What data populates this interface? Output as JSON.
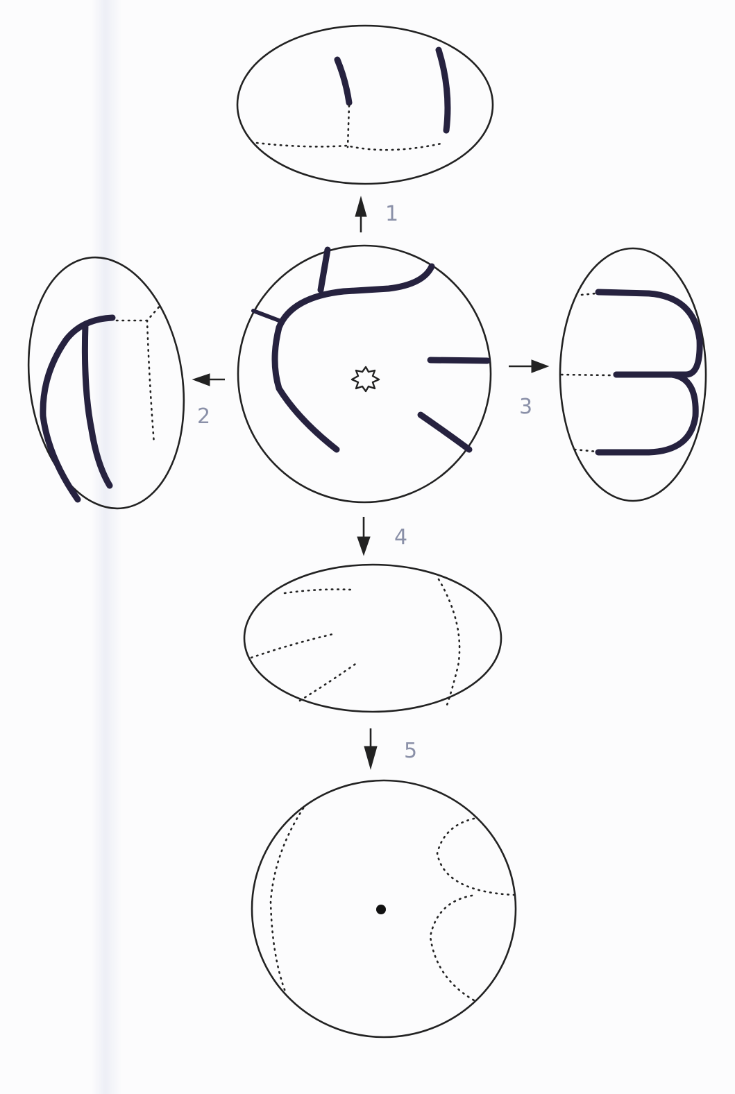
{
  "steps": [
    {
      "label": "1",
      "direction": "up"
    },
    {
      "label": "2",
      "direction": "left"
    },
    {
      "label": "3",
      "direction": "right"
    },
    {
      "label": "4",
      "direction": "down"
    },
    {
      "label": "5",
      "direction": "down"
    }
  ],
  "colors": {
    "ink": "#26223f",
    "outline": "#222222",
    "label": "#8a90a8",
    "paper": "#fcfcfd"
  }
}
